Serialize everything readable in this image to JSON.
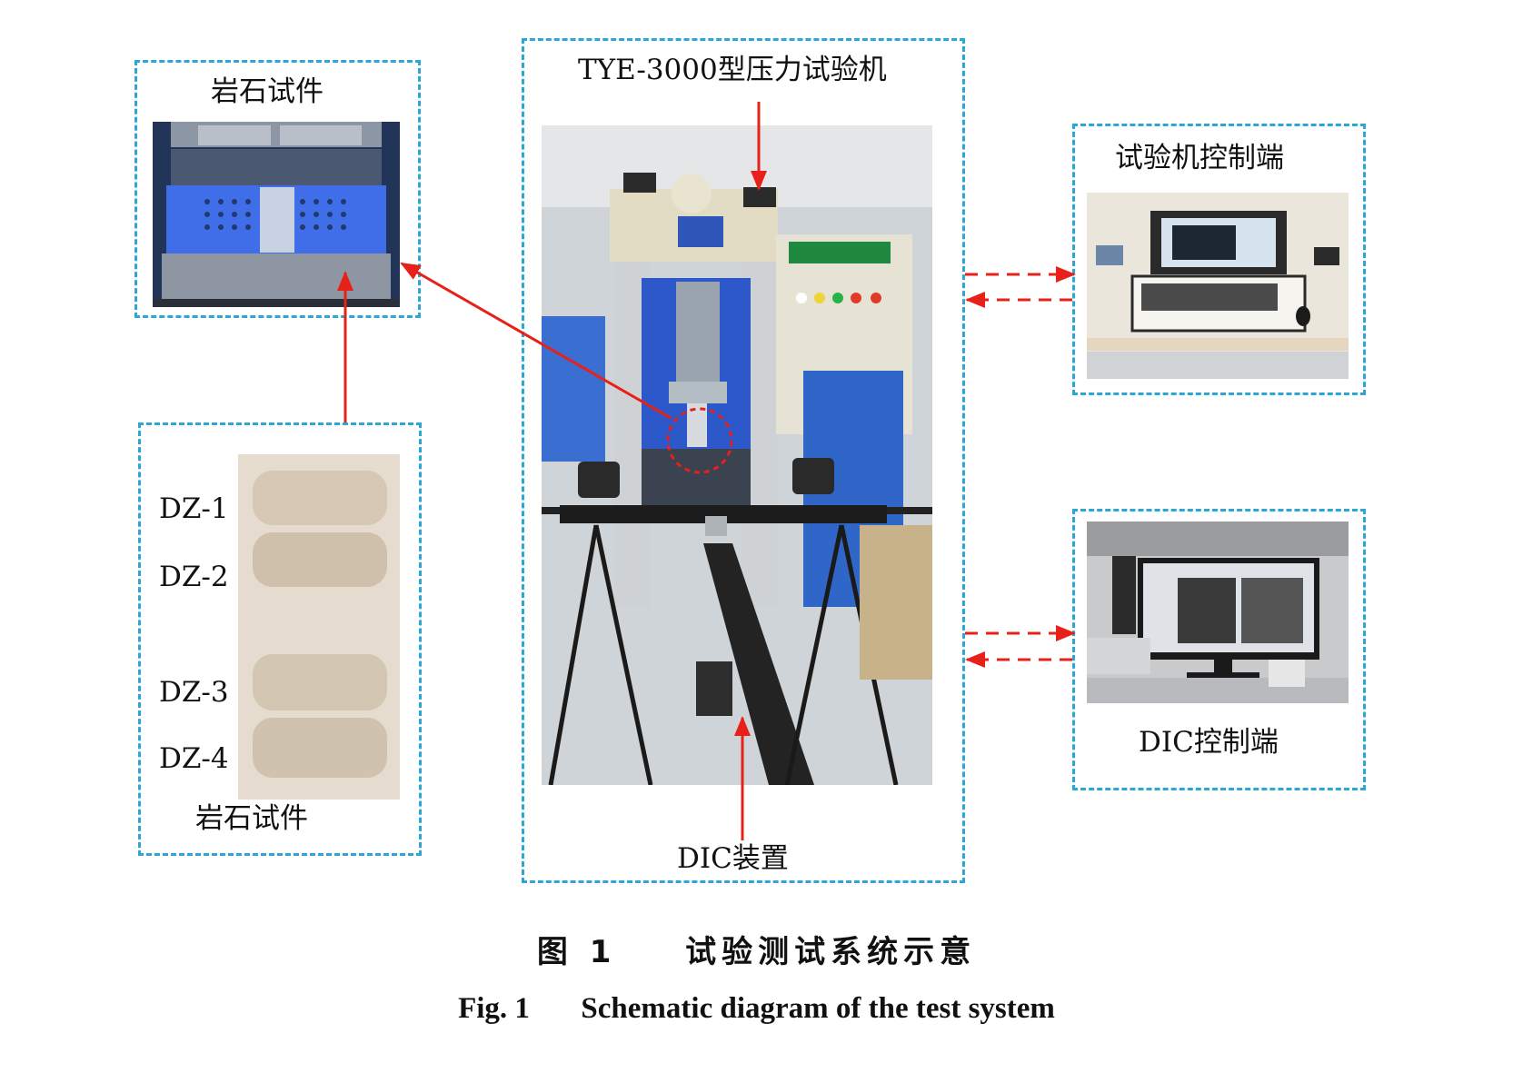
{
  "labels": {
    "rock_specimen_top": "岩石试件",
    "rock_specimen_bottom": "岩石试件",
    "press_machine": "TYE-3000型压力试验机",
    "machine_control": "试验机控制端",
    "dic_control": "DIC控制端",
    "dic_device": "DIC装置"
  },
  "specimens": [
    "DZ-1",
    "DZ-2",
    "DZ-3",
    "DZ-4"
  ],
  "caption": {
    "cn_num": "图 1",
    "cn_text": "试验测试系统示意",
    "en_num": "Fig. 1",
    "en_text": "Schematic diagram of the test system"
  },
  "colors": {
    "dashed_border": "#2aa7d6",
    "arrow": "#e8201a"
  }
}
